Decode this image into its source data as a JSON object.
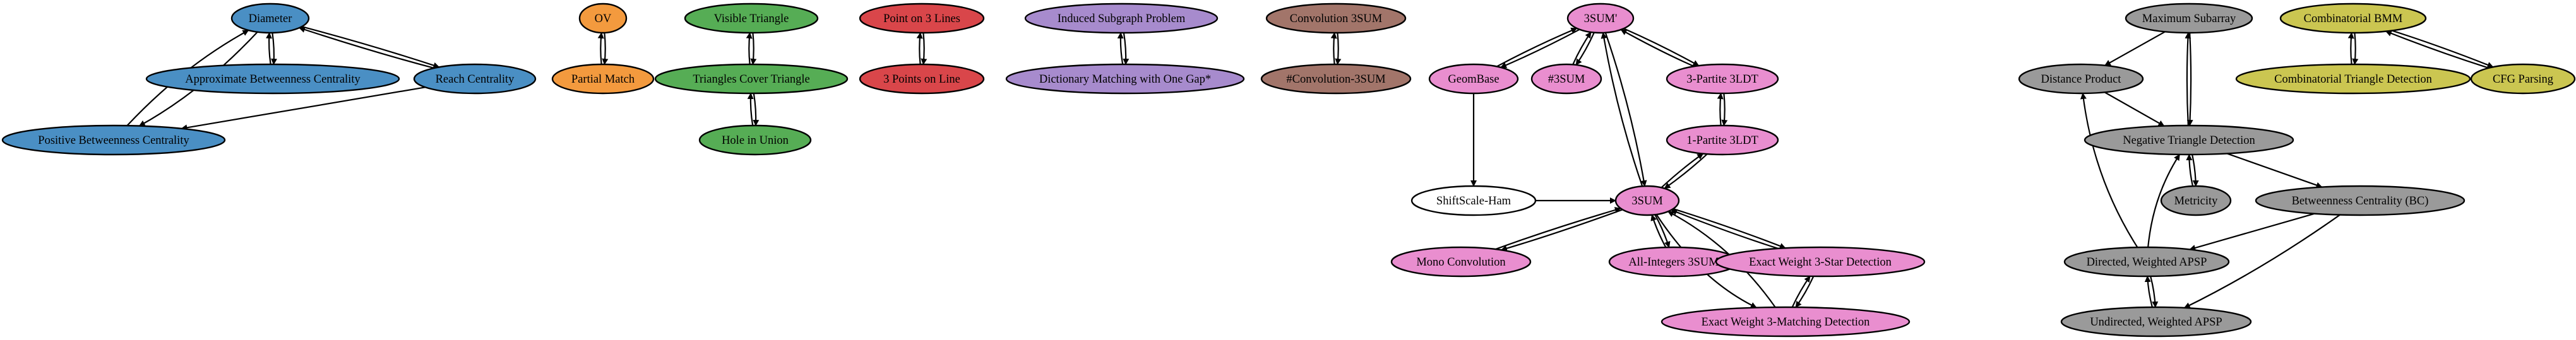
{
  "colors": {
    "blue": "#4a8fc4",
    "orange": "#f39a3e",
    "green": "#56ad55",
    "red": "#d9464a",
    "purple": "#a78bcd",
    "brown": "#a2756a",
    "pink": "#e98ecf",
    "gray": "#9a9a9a",
    "olive": "#cbc651",
    "white": "#ffffff"
  },
  "nodes": {
    "diameter": "Diameter",
    "approx_bc": "Approximate Betweenness Centrality",
    "reach_centrality": "Reach Centrality",
    "positive_bc": "Positive Betweenness Centrality",
    "ov": "OV",
    "partial_match": "Partial Match",
    "visible_triangle": "Visible Triangle",
    "triangles_cover_triangle": "Triangles Cover Triangle",
    "hole_in_union": "Hole in Union",
    "point_on_3_lines": "Point on 3 Lines",
    "three_points_on_line": "3 Points on Line",
    "induced_subgraph": "Induced Subgraph Problem",
    "dictionary_matching": "Dictionary Matching with One Gap*",
    "convolution_3sum": "Convolution 3SUM",
    "hash_convolution_3sum": "#Convolution-3SUM",
    "three_sum_prime": "3SUM'",
    "geombase": "GeomBase",
    "hash_3sum": "#3SUM",
    "three_partite_3ldt": "3-Partite 3LDT",
    "one_partite_3ldt": "1-Partite 3LDT",
    "shiftscale_ham": "ShiftScale-Ham",
    "three_sum": "3SUM",
    "mono_convolution": "Mono Convolution",
    "all_integers_3sum": "All-Integers 3SUM",
    "exact_weight_3star": "Exact Weight 3-Star Detection",
    "exact_weight_3matching": "Exact Weight 3-Matching Detection",
    "maximum_subarray": "Maximum Subarray",
    "distance_product": "Distance Product",
    "negative_triangle": "Negative Triangle Detection",
    "metricity": "Metricity",
    "betweenness_centrality_bc": "Betweenness Centrality (BC)",
    "directed_weighted_apsp": "Directed, Weighted APSP",
    "undirected_weighted_apsp": "Undirected, Weighted APSP",
    "combinatorial_bmm": "Combinatorial BMM",
    "combinatorial_triangle": "Combinatorial Triangle Detection",
    "cfg_parsing": "CFG Parsing"
  }
}
